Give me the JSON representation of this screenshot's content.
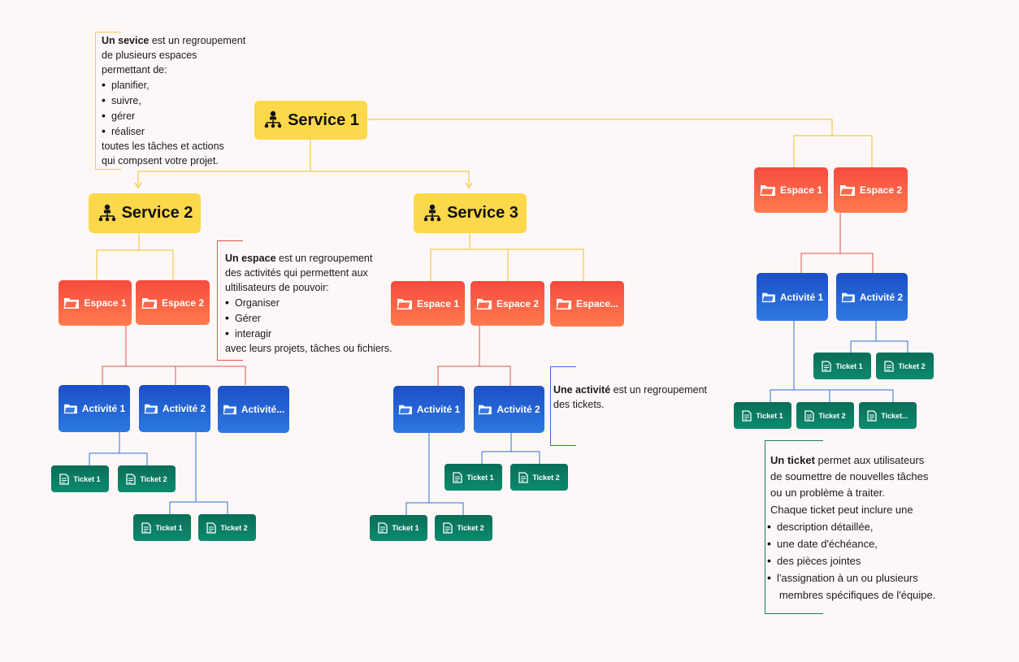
{
  "services": [
    {
      "id": "s1",
      "label": "Service 1"
    },
    {
      "id": "s2",
      "label": "Service 2"
    },
    {
      "id": "s3",
      "label": "Service 3"
    }
  ],
  "espaces": {
    "s2": [
      "Espace 1",
      "Espace 2"
    ],
    "s3": [
      "Espace 1",
      "Espace 2",
      "Espace..."
    ],
    "right": [
      "Espace 1",
      "Espace 2"
    ]
  },
  "activites": {
    "s2": [
      "Activité 1",
      "Activité 2",
      "Activité..."
    ],
    "s3": [
      "Activité 1",
      "Activité 2"
    ],
    "right": [
      "Activité 1",
      "Activité 2"
    ]
  },
  "tickets": {
    "s2_a1": [
      "Ticket 1",
      "Ticket 2"
    ],
    "s2_a2": [
      "Ticket 1",
      "Ticket 2"
    ],
    "s3_a2": [
      "Ticket 1",
      "Ticket 2"
    ],
    "s3_a1": [
      "Ticket 1",
      "Ticket 2"
    ],
    "right_a2": [
      "Ticket 1",
      "Ticket 2"
    ],
    "right_a1": [
      "Ticket 1",
      "Ticket 2",
      "Ticket..."
    ]
  },
  "notes": {
    "service": {
      "bold": "Un sevice",
      "lines": [
        " est un regroupement",
        "de plusieurs espaces",
        " permettant de:"
      ],
      "bullets": [
        "planifier,",
        "suivre,",
        "gérer",
        "réaliser"
      ],
      "tail": [
        "toutes les tâches et actions",
        "qui compsent votre projet."
      ]
    },
    "espace": {
      "bold": "Un espace",
      "lines": [
        " est un regroupement",
        "des activités qui permettent aux",
        " ultilisateurs de pouvoir:"
      ],
      "bullets": [
        "Organiser",
        "Gérer",
        "interagir"
      ],
      "tail": [
        "avec leurs projets, tâches ou fichiers."
      ]
    },
    "activite": {
      "bold": "Une activité",
      "lines": [
        " est un regroupement",
        " des tickets."
      ]
    },
    "ticket": {
      "bold": "Un ticket",
      "lines": [
        " permet aux utilisateurs",
        " de soumettre de nouvelles tâches",
        " ou un problème à traiter.",
        " Chaque ticket peut inclure une"
      ],
      "bullets": [
        "description détaillée,",
        "une date  d'échéance,",
        "des pièces jointes",
        "l'assignation à un ou plusieurs"
      ],
      "tail": [
        "   membres spécifiques de l'équipe."
      ]
    }
  },
  "colors": {
    "service": "#fdd84a",
    "espace": "#f64a3f",
    "activite": "#1d4fc4",
    "ticket": "#0a6e58",
    "line_service": "#f2c94c",
    "line_espace": "#d9534f",
    "line_activite": "#2f6fd6",
    "line_ticket": "#1a7a64"
  },
  "icons": {
    "service": "org-chart-icon",
    "espace": "folder-icon",
    "activite": "folder-icon",
    "ticket": "document-icon"
  }
}
